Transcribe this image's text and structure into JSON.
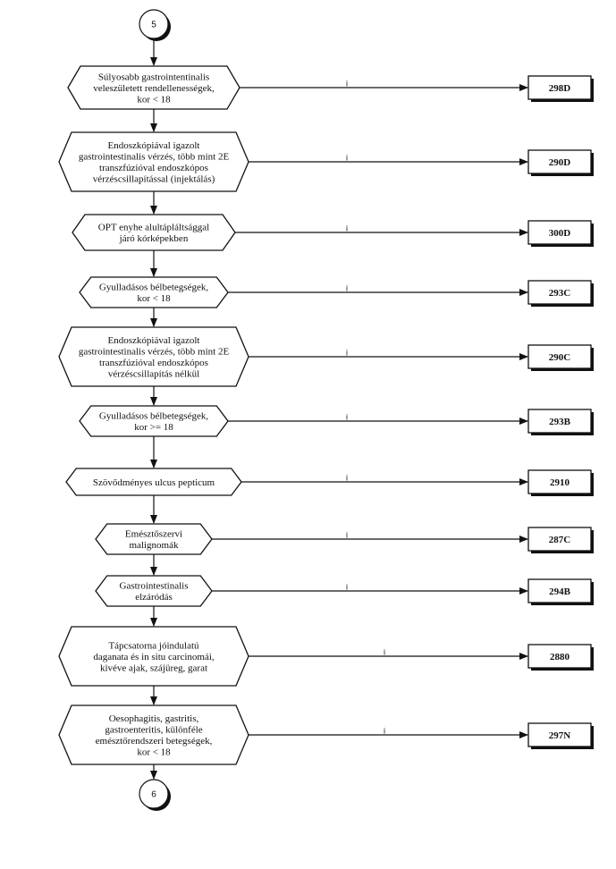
{
  "connectors": {
    "top": "5",
    "bottom": "6"
  },
  "edge_label": "i",
  "steps": [
    {
      "lines": [
        "Súlyosabb gastrointentinalis",
        "veleszületett rendellenességek,",
        "kor < 18"
      ],
      "outcome": "298D"
    },
    {
      "lines": [
        "Endoszkópiával igazolt",
        "gastrointestinalis vérzés, több mint 2E",
        "transzfúzióval endoszkópos",
        "vérzéscsillapítással (injektálás)"
      ],
      "outcome": "290D"
    },
    {
      "lines": [
        "OPT enyhe alultápláltsággal",
        "járó kórképekben"
      ],
      "outcome": "300D"
    },
    {
      "lines": [
        "Gyulladásos bélbetegségek,",
        "kor < 18"
      ],
      "outcome": "293C"
    },
    {
      "lines": [
        "Endoszkópiával igazolt",
        "gastrointestinalis vérzés, több mint 2E",
        "transzfúzióval endoszkópos",
        "vérzéscsillapítás nélkül"
      ],
      "outcome": "290C"
    },
    {
      "lines": [
        "Gyulladásos bélbetegségek,",
        "kor >= 18"
      ],
      "outcome": "293B"
    },
    {
      "lines": [
        "Szövődményes ulcus pepticum"
      ],
      "outcome": "2910"
    },
    {
      "lines": [
        "Emésztőszervi",
        "malignomák"
      ],
      "outcome": "287C"
    },
    {
      "lines": [
        "Gastrointestinalis",
        "elzáródás"
      ],
      "outcome": "294B"
    },
    {
      "lines": [
        "Tápcsatorna jóindulatú",
        "daganata és in situ carcinomái,",
        "kivéve ajak, szájüreg, garat"
      ],
      "outcome": "2880"
    },
    {
      "lines": [
        "Oesophagitis, gastritis,",
        "gastroenteritis, különféle",
        "emésztőrendszeri betegségek,",
        "kor < 18"
      ],
      "outcome": "297N"
    }
  ]
}
